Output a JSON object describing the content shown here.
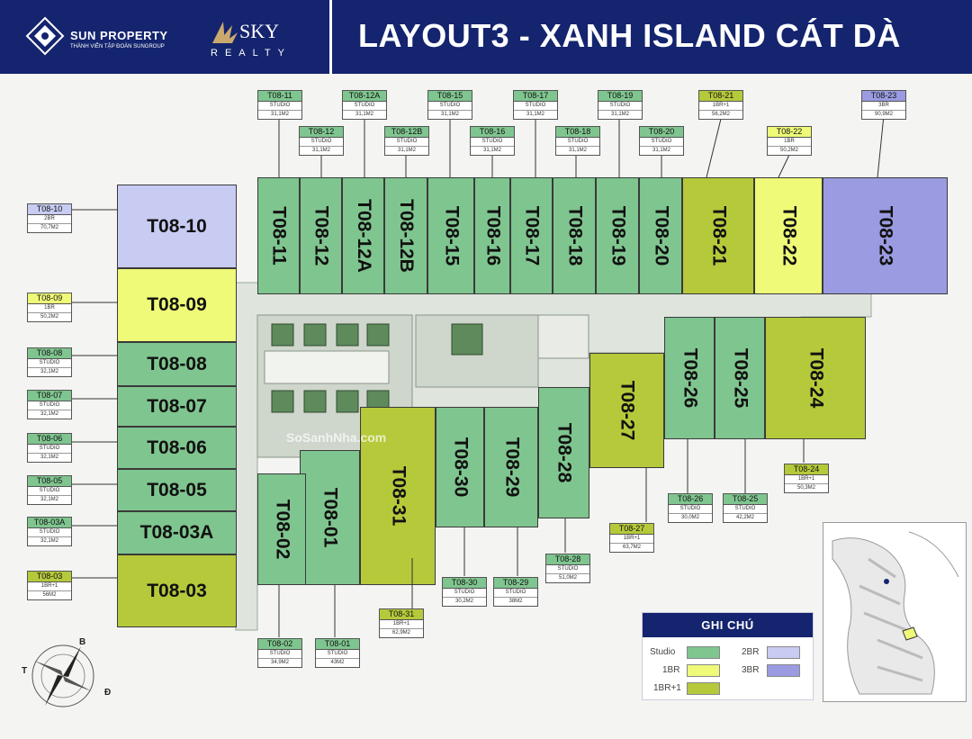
{
  "header": {
    "logo1_title": "SUN PROPERTY",
    "logo1_sub": "THÀNH VIÊN TẬP ĐOÀN SUNGROUP",
    "logo2_title": "SKY",
    "logo2_sub": "REALTY",
    "title": "LAYOUT3 - XANH ISLAND CÁT DÀ"
  },
  "colors": {
    "header_bg": "#14246e",
    "studio": "#7fc58f",
    "br1": "#eefa78",
    "br1_plus": "#b6c93b",
    "br2": "#c8cbf2",
    "br3": "#9a9be0"
  },
  "units": {
    "u10": "T08-10",
    "u09": "T08-09",
    "u08": "T08-08",
    "u07": "T08-07",
    "u06": "T08-06",
    "u05": "T08-05",
    "u03a": "T08-03A",
    "u03": "T08-03",
    "u11": "T08-11",
    "u12": "T08-12",
    "u12a": "T08-12A",
    "u12b": "T08-12B",
    "u15": "T08-15",
    "u16": "T08-16",
    "u17": "T08-17",
    "u18": "T08-18",
    "u19": "T08-19",
    "u20": "T08-20",
    "u21": "T08-21",
    "u22": "T08-22",
    "u23": "T08-23",
    "u24": "T08-24",
    "u25": "T08-25",
    "u26": "T08-26",
    "u27": "T08-27",
    "u28": "T08-28",
    "u29": "T08-29",
    "u30": "T08-30",
    "u31": "T08-31",
    "u01": "T08-01",
    "u02": "T08-02"
  },
  "tags": {
    "t11": {
      "name": "T08-11",
      "type": "STUDIO",
      "area": "31,1M2"
    },
    "t12a": {
      "name": "T08-12A",
      "type": "STUDIO",
      "area": "31,1M2"
    },
    "t15": {
      "name": "T08-15",
      "type": "STUDIO",
      "area": "31,1M2"
    },
    "t17": {
      "name": "T08-17",
      "type": "STUDIO",
      "area": "31,1M2"
    },
    "t19": {
      "name": "T08-19",
      "type": "STUDIO",
      "area": "31,1M2"
    },
    "t21": {
      "name": "T08-21",
      "type": "1BR+1",
      "area": "56,2M2"
    },
    "t23": {
      "name": "T08-23",
      "type": "3BR",
      "area": "90,9M2"
    },
    "t12": {
      "name": "T08-12",
      "type": "STUDIO",
      "area": "31,1M2"
    },
    "t12b": {
      "name": "T08-12B",
      "type": "STUDIO",
      "area": "31,1M2"
    },
    "t16": {
      "name": "T08-16",
      "type": "STUDIO",
      "area": "31,1M2"
    },
    "t18": {
      "name": "T08-18",
      "type": "STUDIO",
      "area": "31,1M2"
    },
    "t20": {
      "name": "T08-20",
      "type": "STUDIO",
      "area": "31,1M2"
    },
    "t22": {
      "name": "T08-22",
      "type": "1BR",
      "area": "50,2M2"
    },
    "t10": {
      "name": "T08-10",
      "type": "2BR",
      "area": "70,7M2"
    },
    "t09": {
      "name": "T08-09",
      "type": "1BR",
      "area": "50,2M2"
    },
    "t08": {
      "name": "T08-08",
      "type": "STUDIO",
      "area": "32,1M2"
    },
    "t07": {
      "name": "T08-07",
      "type": "STUDIO",
      "area": "32,1M2"
    },
    "t06": {
      "name": "T08-06",
      "type": "STUDIO",
      "area": "32,1M2"
    },
    "t05": {
      "name": "T08-05",
      "type": "STUDIO",
      "area": "32,1M2"
    },
    "t03a": {
      "name": "T08-03A",
      "type": "STUDIO",
      "area": "32,1M2"
    },
    "t03": {
      "name": "T08-03",
      "type": "1BR+1",
      "area": "56M2"
    },
    "t02": {
      "name": "T08-02",
      "type": "STUDIO",
      "area": "34,9M2"
    },
    "t01": {
      "name": "T08-01",
      "type": "STUDIO",
      "area": "43M2"
    },
    "t31": {
      "name": "T08-31",
      "type": "1BR+1",
      "area": "62,9M2"
    },
    "t30": {
      "name": "T08-30",
      "type": "STUDIO",
      "area": "30,2M2"
    },
    "t29": {
      "name": "T08-29",
      "type": "STUDIO",
      "area": "38M2"
    },
    "t28": {
      "name": "T08-28",
      "type": "STUDIO",
      "area": "51,0M2"
    },
    "t27": {
      "name": "T08-27",
      "type": "1BR+1",
      "area": "63,7M2"
    },
    "t26": {
      "name": "T08-26",
      "type": "STUDIO",
      "area": "30,0M2"
    },
    "t25": {
      "name": "T08-25",
      "type": "STUDIO",
      "area": "42,2M2"
    },
    "t24": {
      "name": "T08-24",
      "type": "1BR+1",
      "area": "50,3M2"
    }
  },
  "legend": {
    "title": "GHI CHÚ",
    "studio": "Studio",
    "br1": "1BR",
    "br1p": "1BR+1",
    "br2": "2BR",
    "br3": "3BR"
  },
  "compass": {
    "north": "B",
    "west": "T",
    "east": "Đ"
  },
  "watermark": {
    "text": "SoSanhNha.com"
  }
}
